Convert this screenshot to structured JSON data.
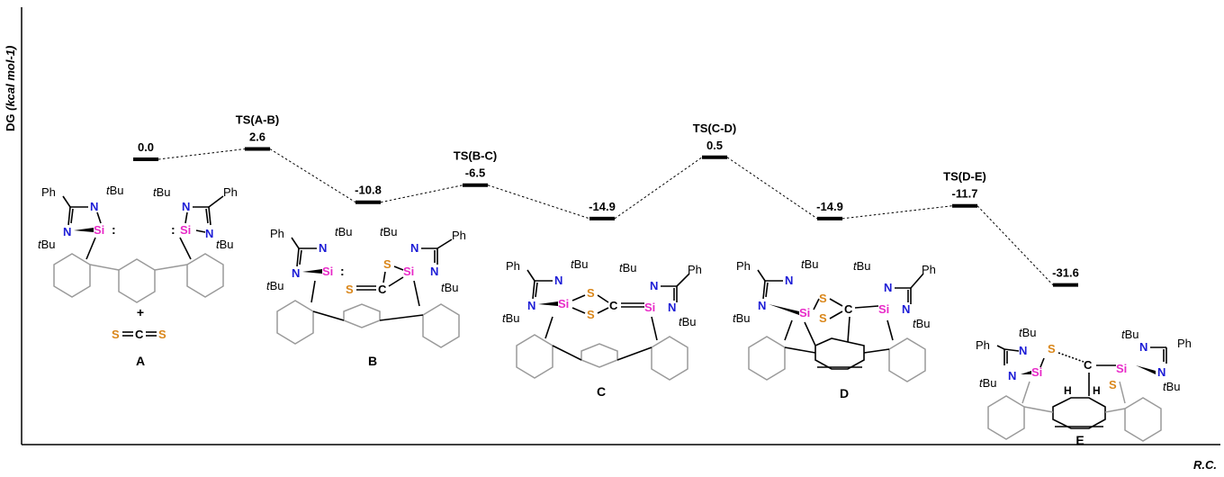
{
  "axes": {
    "y_label": "DG (kcal mol-1)",
    "y_label_main": "DG ",
    "y_label_unit": "(kcal mol-1)",
    "x_label": "R.C."
  },
  "chart_data": {
    "type": "energy-profile",
    "ylabel": "DG (kcal mol-1)",
    "xlabel": "R.C.",
    "levels": [
      {
        "species": "",
        "value": 0.0,
        "value_label": "0.0"
      },
      {
        "species": "TS(A-B)",
        "value": 2.6,
        "value_label": "2.6"
      },
      {
        "species": "",
        "value": -10.8,
        "value_label": "-10.8"
      },
      {
        "species": "TS(B-C)",
        "value": -6.5,
        "value_label": "-6.5"
      },
      {
        "species": "",
        "value": -14.9,
        "value_label": "-14.9"
      },
      {
        "species": "TS(C-D)",
        "value": 0.5,
        "value_label": "0.5"
      },
      {
        "species": "",
        "value": -14.9,
        "value_label": "-14.9"
      },
      {
        "species": "TS(D-E)",
        "value": -11.7,
        "value_label": "-11.7"
      },
      {
        "species": "",
        "value": -31.6,
        "value_label": "-31.6"
      }
    ]
  },
  "structures": {
    "A": {
      "label": "A",
      "plus": "+"
    },
    "B": {
      "label": "B"
    },
    "C": {
      "label": "C"
    },
    "D": {
      "label": "D"
    },
    "E": {
      "label": "E"
    }
  },
  "atoms": {
    "ph": "Ph",
    "tbu_t": "t",
    "tbu_bu": "Bu",
    "n": "N",
    "si": "Si",
    "s": "S",
    "c": "C",
    "h": "H",
    "lone_pair": ":"
  },
  "colors": {
    "nitrogen": "#1c1cd6",
    "silicon": "#e82ac8",
    "sulfur": "#d9861a",
    "ring_grey": "#9a9a9a"
  }
}
